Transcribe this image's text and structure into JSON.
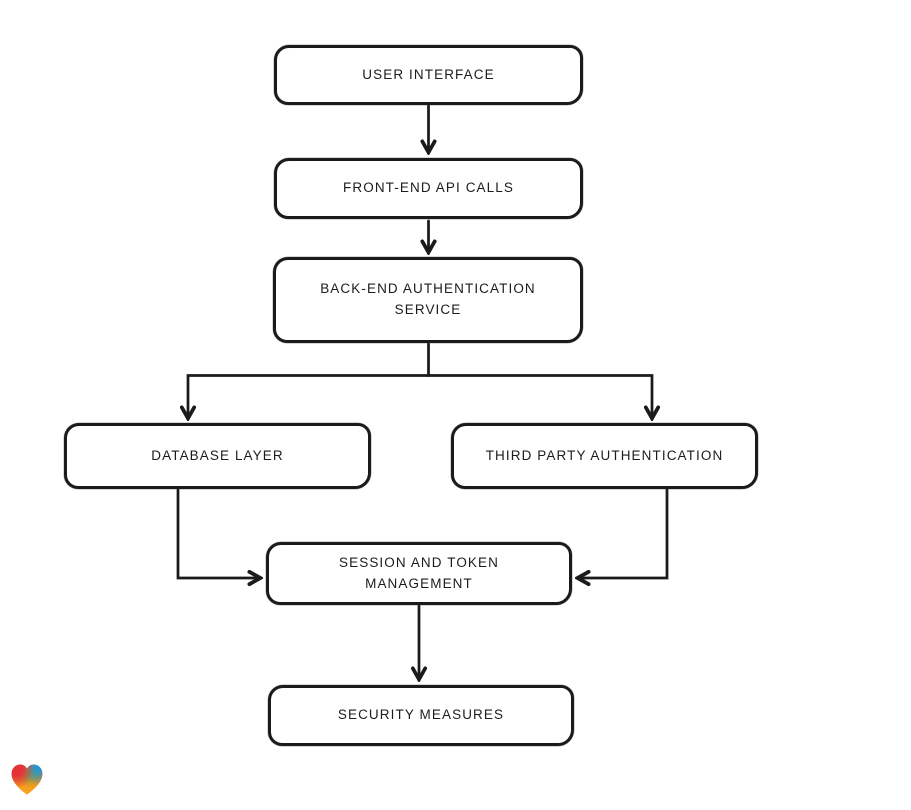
{
  "diagram": {
    "type": "flowchart",
    "background": "#ffffff",
    "nodes": [
      {
        "id": "user-interface",
        "label": "USER INTERFACE"
      },
      {
        "id": "front-end-api-calls",
        "label": "FRONT-END API CALLS"
      },
      {
        "id": "back-end-authentication-service",
        "label": "BACK-END AUTHENTICATION SERVICE"
      },
      {
        "id": "database-layer",
        "label": "DATABASE LAYER"
      },
      {
        "id": "third-party-authentication",
        "label": "THIRD PARTY AUTHENTICATION"
      },
      {
        "id": "session-and-token-management",
        "label": "SESSION AND TOKEN MANAGEMENT"
      },
      {
        "id": "security-measures",
        "label": "SECURITY MEASURES"
      }
    ],
    "edges": [
      {
        "from": "user-interface",
        "to": "front-end-api-calls"
      },
      {
        "from": "front-end-api-calls",
        "to": "back-end-authentication-service"
      },
      {
        "from": "back-end-authentication-service",
        "to": "database-layer"
      },
      {
        "from": "back-end-authentication-service",
        "to": "third-party-authentication"
      },
      {
        "from": "database-layer",
        "to": "session-and-token-management"
      },
      {
        "from": "third-party-authentication",
        "to": "session-and-token-management"
      },
      {
        "from": "session-and-token-management",
        "to": "security-measures"
      }
    ],
    "colors": {
      "stroke": "#1b1b1b",
      "node_fill": "#ffffff",
      "text": "#1c1c1c"
    },
    "logo": {
      "name": "gradient-heart-logo",
      "colors": [
        "#e53238",
        "#2196d9",
        "#69b43b",
        "#f6a21e"
      ]
    }
  }
}
